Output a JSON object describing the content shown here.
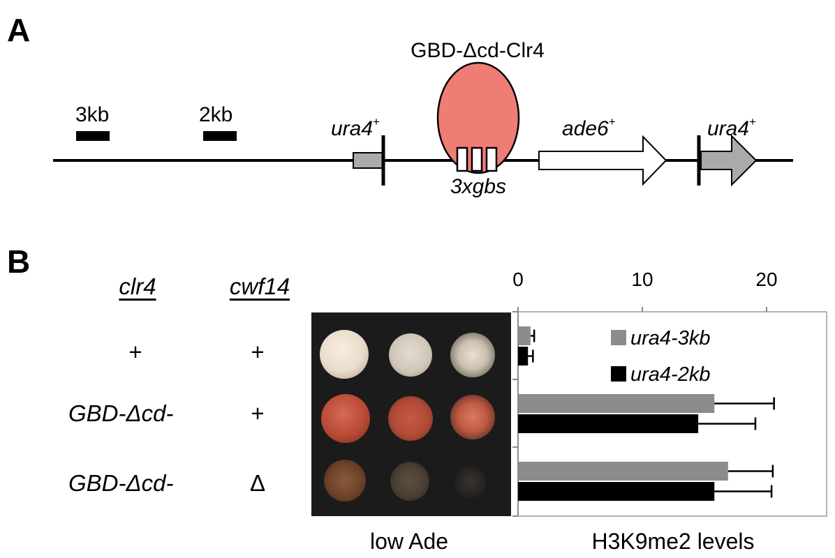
{
  "panel_a": {
    "letter": "A",
    "protein_label": "GBD-Δcd-Clr4",
    "scale_3kb": "3kb",
    "scale_2kb": "2kb",
    "ura4_left": "ura4",
    "ura4_left_sup": "+",
    "ade6": "ade6",
    "ade6_sup": "+",
    "ura4_right": "ura4",
    "ura4_right_sup": "+",
    "sites_label": "3xgbs",
    "colors": {
      "protein_fill": "#f07c76",
      "ura4_fill": "#aaaaaa",
      "ade6_fill": "#ffffff"
    }
  },
  "panel_b": {
    "letter": "B",
    "headers": {
      "clr4": "clr4",
      "cwf14": "cwf14"
    },
    "rows": [
      {
        "clr4": "+",
        "cwf14": "+"
      },
      {
        "clr4": "GBD-Δcd-",
        "cwf14": "+"
      },
      {
        "clr4": "GBD-Δcd-",
        "cwf14": "Δ"
      }
    ],
    "plate_label": "low Ade",
    "chart_label": "H3K9me2 levels"
  },
  "chart_data": {
    "type": "bar",
    "orientation": "horizontal",
    "x_ticks": [
      0,
      10,
      20
    ],
    "xlim": [
      0,
      24
    ],
    "categories": [
      "+ / +",
      "GBD-Δcd- / +",
      "GBD-Δcd- / Δ"
    ],
    "series": [
      {
        "name": "ura4-3kb",
        "color": "#8c8c8c",
        "values": [
          1.0,
          15.8,
          16.9
        ],
        "errors": [
          0.3,
          4.8,
          3.6
        ]
      },
      {
        "name": "ura4-2kb",
        "color": "#000000",
        "values": [
          0.8,
          14.5,
          15.8
        ],
        "errors": [
          0.4,
          4.6,
          4.6
        ]
      }
    ],
    "legend_position": "top-right"
  }
}
